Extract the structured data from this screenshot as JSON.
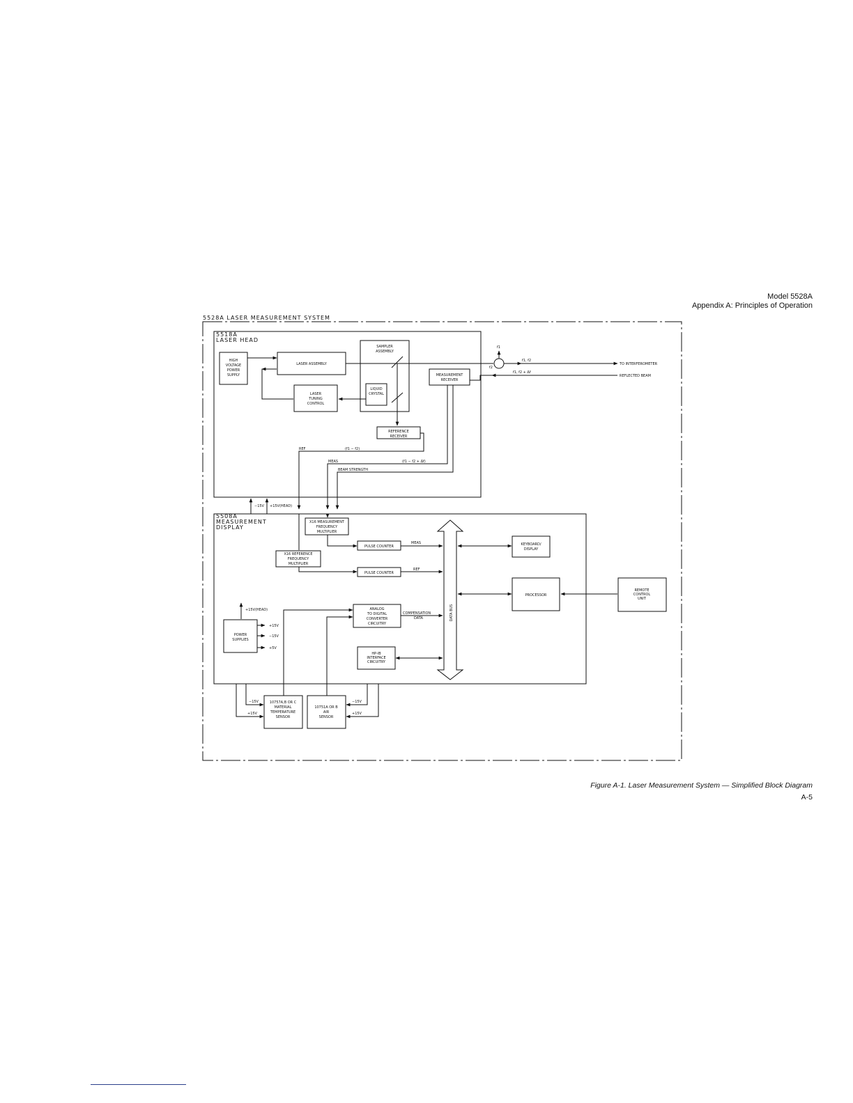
{
  "header": {
    "model": "Model 5528A",
    "appendix": "Appendix A: Principles of Operation"
  },
  "system_title": "5528A LASER MEASUREMENT SYSTEM",
  "laser_head": {
    "model": "5518A",
    "name": "LASER HEAD"
  },
  "measurement_display": {
    "model": "5508A",
    "line1": "MEASUREMENT",
    "line2": "DISPLAY"
  },
  "blocks": {
    "hv_power": [
      "HIGH",
      "VOLTAGE",
      "POWER",
      "SUPPLY"
    ],
    "laser_assembly": "LASER ASSEMBLY",
    "sampler": [
      "SAMPLER",
      "ASSEMBLY"
    ],
    "liquid_crystal": [
      "LIQUID",
      "CRYSTAL"
    ],
    "laser_tuning": [
      "LASER",
      "TUNING",
      "CONTROL"
    ],
    "meas_receiver": [
      "MEASUREMENT",
      "RECEIVER"
    ],
    "ref_receiver": [
      "REFERENCE",
      "RECEIVER"
    ],
    "x16_meas": [
      "X16 MEASUREMENT",
      "FREQUENCY",
      "MULTIPLIER"
    ],
    "x16_ref": [
      "X16 REFERENCE",
      "FREQUENCY",
      "MULTIPLIER"
    ],
    "pulse_counter_1": "PULSE COUNTER",
    "pulse_counter_2": "PULSE COUNTER",
    "keyboard": [
      "KEYBOARD/",
      "DISPLAY"
    ],
    "processor": "PROCESSOR",
    "remote": [
      "REMOTE",
      "CONTROL",
      "UNIT"
    ],
    "adc": [
      "ANALOG",
      "TO DIGITAL",
      "CONVERTER",
      "CIRCUITRY"
    ],
    "power_supplies": [
      "POWER",
      "SUPPLIES"
    ],
    "hpib": [
      "HP-IB",
      "INTERFACE",
      "CIRCUITRY"
    ],
    "mat_sensor": [
      "10757A,B OR C",
      "MATERIAL",
      "TEMPERATURE",
      "SENSOR"
    ],
    "air_sensor": [
      "10751A OR B",
      "AIR",
      "SENSOR"
    ]
  },
  "labels": {
    "f1": "f1",
    "f2": "f2",
    "f1f2": "f1, f2",
    "to_interferometer": "TO INTERFEROMETER",
    "f1f2df": "f1, f2 + Δf",
    "reflected_beam": "REFLECTED BEAM",
    "ref": "REF",
    "f1_minus_f2": "(f1 − f2)",
    "meas": "MEAS",
    "f1_f2_df": "(f1 − f2 + Δf)",
    "beam_strength": "BEAM STRENGTH",
    "minus15v": "−15V",
    "plus15v_head": "+15V(HEAD)",
    "meas2": "MEAS",
    "ref2": "REF",
    "compensation": "COMPENSATION",
    "data": "DATA",
    "data_bus": "DATA BUS",
    "ps_head": "+15V(HEAD)",
    "ps_p15": "+15V",
    "ps_m15": "−15V",
    "ps_p5": "+5V",
    "sensor_m15_left": "−15V",
    "sensor_p15_left": "+15V",
    "sensor_m15_right": "−15V",
    "sensor_p15_right": "+15V"
  },
  "caption": "Figure A-1. Laser Measurement System — Simplified Block Diagram",
  "page_number": "A-5"
}
